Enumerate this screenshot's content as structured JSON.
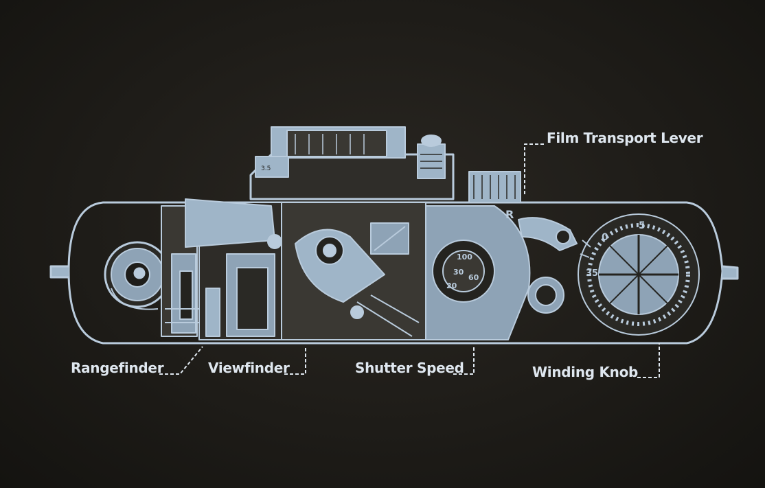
{
  "diagram": {
    "subject": "camera-cutaway-top-view",
    "colors": {
      "background": "#1c1a16",
      "line": "#b9cbdc",
      "fill_light": "#9fb5c8",
      "label_text": "#dfe7ef"
    },
    "labels": {
      "film_transport_lever": "Film Transport Lever",
      "rangefinder": "Rangefinder",
      "viewfinder": "Viewfinder",
      "shutter_speed": "Shutter Speed",
      "winding_knob": "Winding Knob"
    },
    "dial_markings": {
      "winding_knob_letter_r": "R",
      "winding_knob_numbers": [
        "0",
        "5",
        "35"
      ],
      "shutter_dial_numbers": [
        "30",
        "60",
        "20",
        "100"
      ]
    }
  }
}
